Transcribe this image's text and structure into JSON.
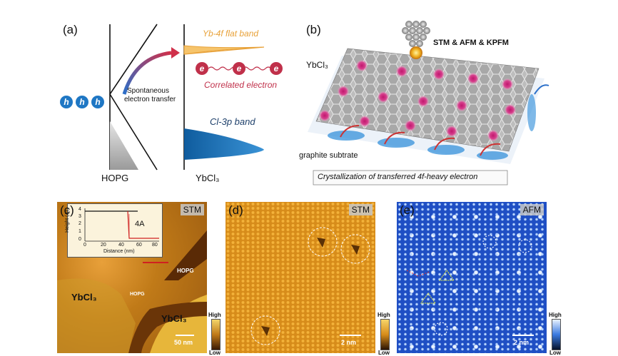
{
  "panel_a": {
    "label": "(a)",
    "holes": [
      "h",
      "h",
      "h"
    ],
    "electrons": [
      "e",
      "e",
      "e"
    ],
    "transfer_text_line1": "Spontaneous",
    "transfer_text_line2": "electron transfer",
    "yb_band": "Yb-4f flat band",
    "correlated": "Correlated electron",
    "cl_band": "Cl-3p band",
    "left_material": "HOPG",
    "right_material": "YbCl₃"
  },
  "panel_b": {
    "label": "(b)",
    "tip_label": "STM & AFM & KPFM",
    "layer_label": "YbCl₃",
    "substrate_label": "graphite subtrate",
    "caption": "Crystallization of transferred 4f-heavy electron"
  },
  "panel_c": {
    "label": "(c)",
    "mode": "STM",
    "inset_ylabel": "Height (A)",
    "inset_xlabel": "Distance (nm)",
    "inset_yticks": [
      "0",
      "1",
      "2",
      "3",
      "4"
    ],
    "inset_xticks": [
      "0",
      "20",
      "40",
      "60",
      "80"
    ],
    "inset_step": "4A",
    "region1": "YbCl₃",
    "region2": "YbCl₃",
    "hopg1": "HOPG",
    "hopg2": "HOPG",
    "scale": "50 nm",
    "cbar_high": "High",
    "cbar_low": "Low"
  },
  "panel_d": {
    "label": "(d)",
    "mode": "STM",
    "scale": "2 nm",
    "cbar_high": "High",
    "cbar_low": "Low"
  },
  "panel_e": {
    "label": "(e)",
    "mode": "AFM",
    "scale": "2 nm",
    "cbar_high": "High",
    "cbar_low": "Low"
  },
  "colors": {
    "yb_band": "#e8a23a",
    "correlated": "#c0304a",
    "cl_band": "#1d6fb5",
    "hole": "#1f77c4",
    "stm_gold": "#d9a21b",
    "afm_blue": "#1e4fc8"
  }
}
